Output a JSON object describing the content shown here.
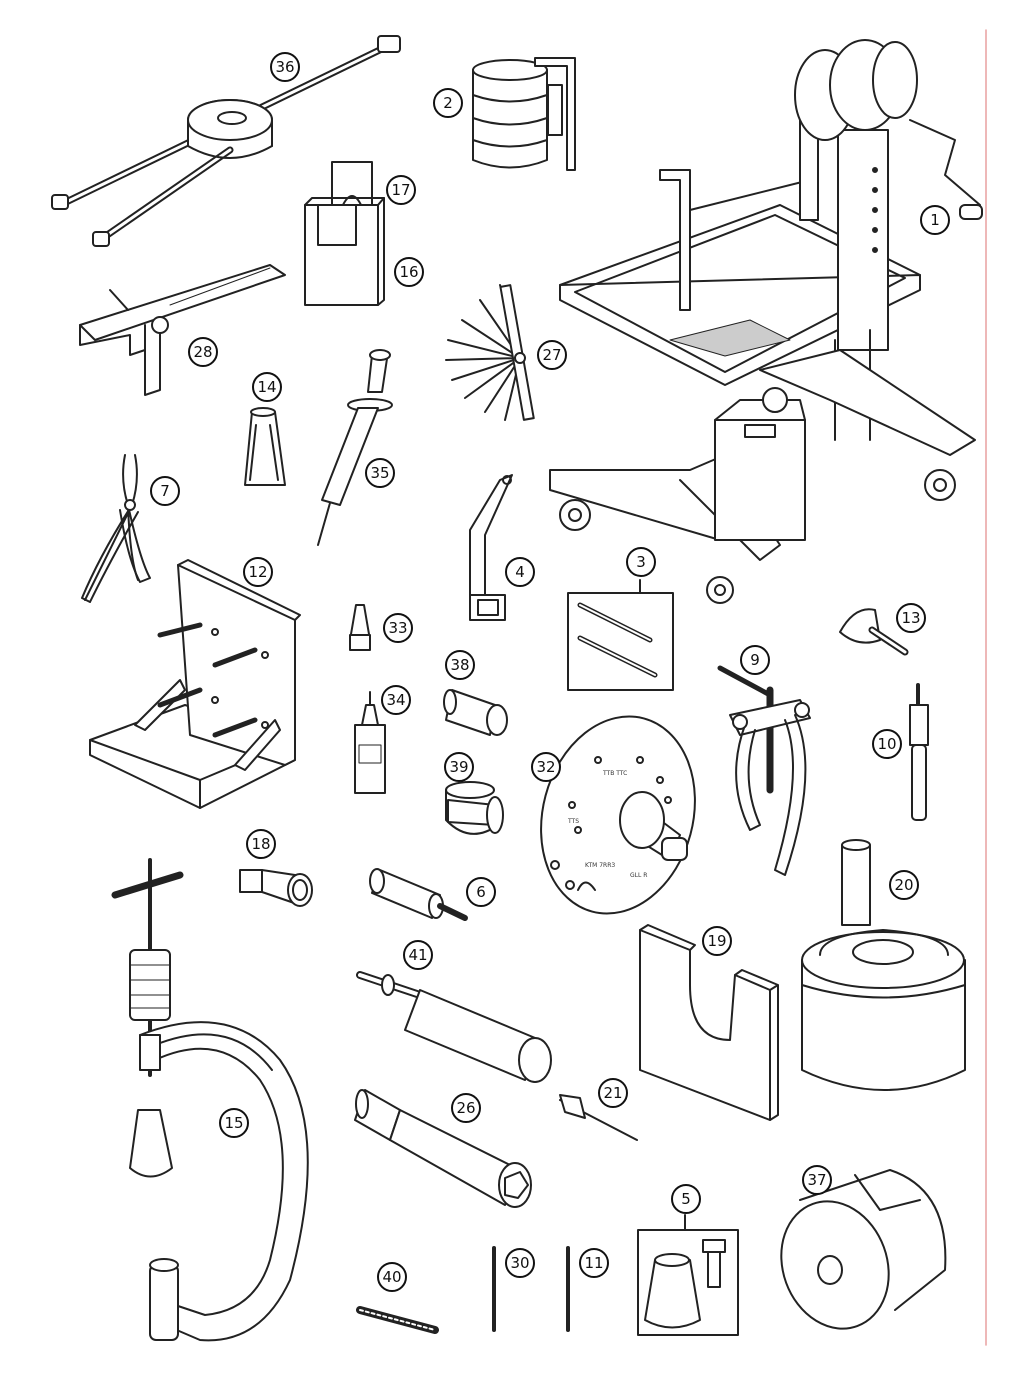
{
  "parts": [
    {
      "id": "p36",
      "label": "36"
    },
    {
      "id": "p2",
      "label": "2"
    },
    {
      "id": "p17",
      "label": "17"
    },
    {
      "id": "p16",
      "label": "16"
    },
    {
      "id": "p1",
      "label": "1"
    },
    {
      "id": "p28",
      "label": "28"
    },
    {
      "id": "p27",
      "label": "27"
    },
    {
      "id": "p14",
      "label": "14"
    },
    {
      "id": "p35",
      "label": "35"
    },
    {
      "id": "p7",
      "label": "7"
    },
    {
      "id": "p4",
      "label": "4"
    },
    {
      "id": "p3",
      "label": "3"
    },
    {
      "id": "p12",
      "label": "12"
    },
    {
      "id": "p13",
      "label": "13"
    },
    {
      "id": "p33",
      "label": "33"
    },
    {
      "id": "p9",
      "label": "9"
    },
    {
      "id": "p38",
      "label": "38"
    },
    {
      "id": "p34",
      "label": "34"
    },
    {
      "id": "p10",
      "label": "10"
    },
    {
      "id": "p39",
      "label": "39"
    },
    {
      "id": "p32",
      "label": "32"
    },
    {
      "id": "p18",
      "label": "18"
    },
    {
      "id": "p6",
      "label": "6"
    },
    {
      "id": "p20",
      "label": "20"
    },
    {
      "id": "p19",
      "label": "19"
    },
    {
      "id": "p41",
      "label": "41"
    },
    {
      "id": "p15",
      "label": "15"
    },
    {
      "id": "p21",
      "label": "21"
    },
    {
      "id": "p26",
      "label": "26"
    },
    {
      "id": "p5",
      "label": "5"
    },
    {
      "id": "p37",
      "label": "37"
    },
    {
      "id": "p40",
      "label": "40"
    },
    {
      "id": "p30",
      "label": "30"
    },
    {
      "id": "p11",
      "label": "11"
    }
  ],
  "disc_markings": {
    "m1": "TTB TTC",
    "m2": "TTS",
    "m3": "KTM 7RR3",
    "m4": "GLL R"
  }
}
